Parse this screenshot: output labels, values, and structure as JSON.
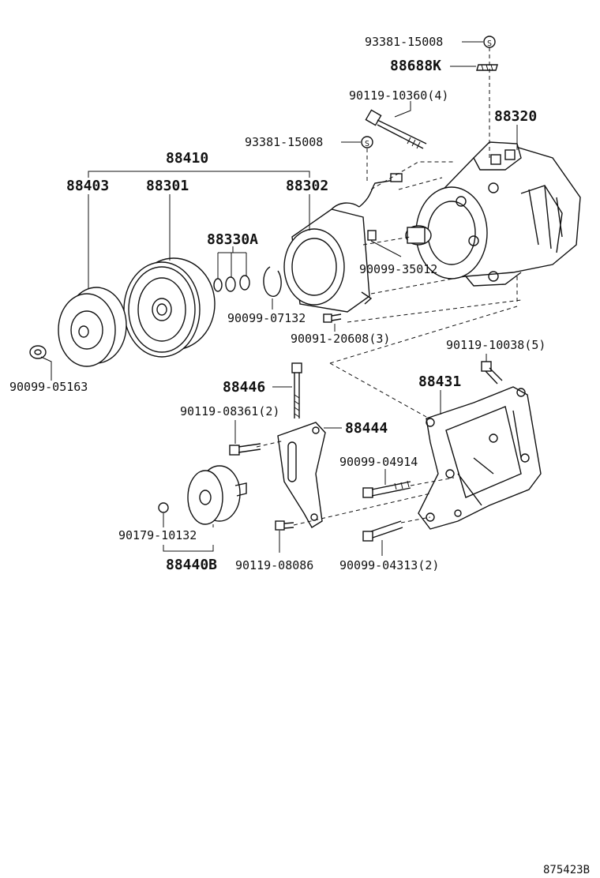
{
  "labels": {
    "p93381_top": "93381-15008",
    "p88688k": "88688K",
    "p90119_10360": "90119-10360(4)",
    "p88320": "88320",
    "p93381_mid": "93381-15008",
    "p88410": "88410",
    "p88403": "88403",
    "p88301": "88301",
    "p88302": "88302",
    "p88330a": "88330A",
    "p90099_35012": "90099-35012",
    "p90099_07132": "90099-07132",
    "p90091_20608": "90091-20608(3)",
    "p90119_10038": "90119-10038(5)",
    "p90099_05163": "90099-05163",
    "p88446": "88446",
    "p88431": "88431",
    "p90119_08361": "90119-08361(2)",
    "p88444": "88444",
    "p90099_04914": "90099-04914",
    "p90179_10132": "90179-10132",
    "p88440b": "88440B",
    "p90119_08086": "90119-08086",
    "p90099_04313": "90099-04313(2)",
    "diagram_id": "875423B"
  },
  "symbols": {
    "s_mark": "S"
  }
}
